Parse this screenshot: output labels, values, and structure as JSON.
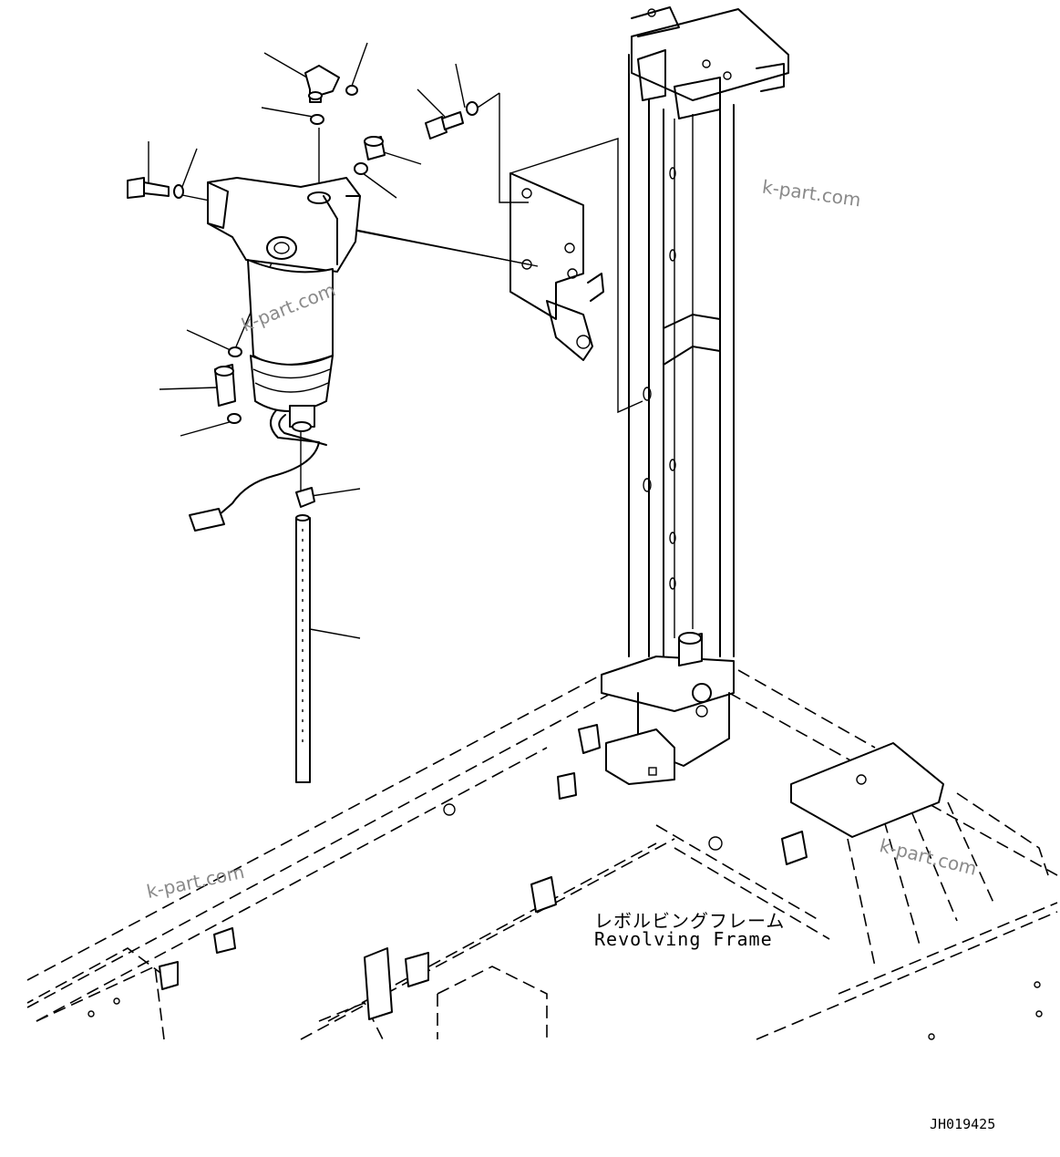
{
  "frame_label": {
    "japanese": "レボルビングフレーム",
    "english": "Revolving Frame"
  },
  "drawing_number": "JH019425",
  "watermarks": [
    "k-part.com",
    "k-part.com",
    "k-part.com",
    "k-part.com"
  ],
  "colors": {
    "line": "#000000",
    "background": "#ffffff",
    "watermark": "#8a8a8a"
  }
}
